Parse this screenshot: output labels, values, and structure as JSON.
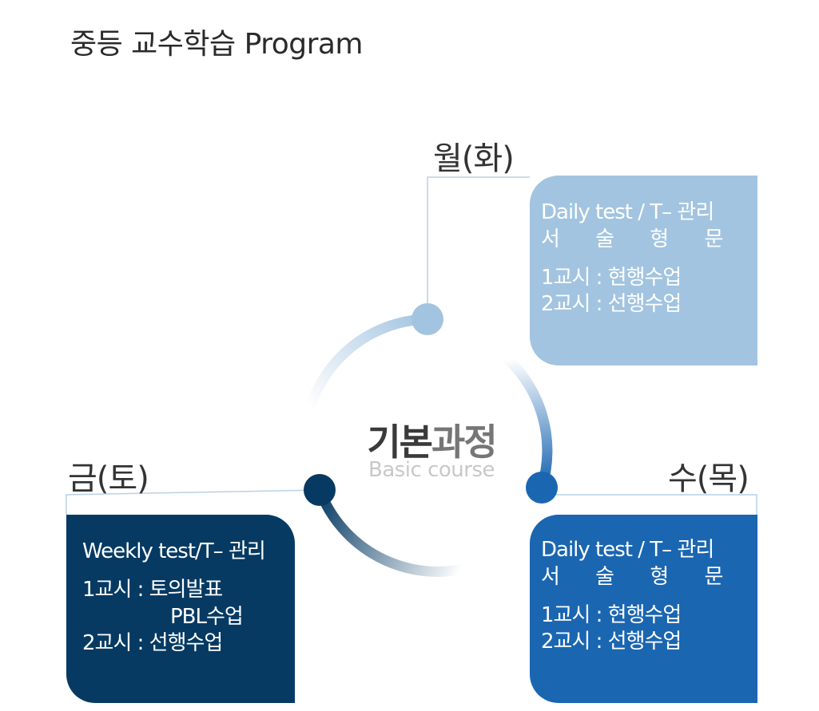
{
  "title": "중등 교수학습 Program",
  "center": {
    "title_main": "기본",
    "title_accent": "과정",
    "subtitle": "Basic course"
  },
  "days": [
    {
      "label": "월(화)",
      "lines": [
        "Daily test / T– 관리",
        "서 술 형 문 제",
        "1교시 : 현행수업",
        "2교시 : 선행수업"
      ]
    },
    {
      "label": "수(목)",
      "lines": [
        "Daily test / T– 관리",
        "서 술 형 문 제",
        "1교시 : 현행수업",
        "2교시 : 선행수업"
      ]
    },
    {
      "label": "금(토)",
      "lines": [
        "Weekly test/T– 관리",
        "1교시 : 토의발표",
        "PBL수업",
        "2교시 : 선행수업"
      ]
    }
  ],
  "colors": {
    "light_blue": "#a2c4e0",
    "mid_blue": "#1b66b1",
    "navy": "#063a63",
    "connector": "#b9d1e6"
  }
}
